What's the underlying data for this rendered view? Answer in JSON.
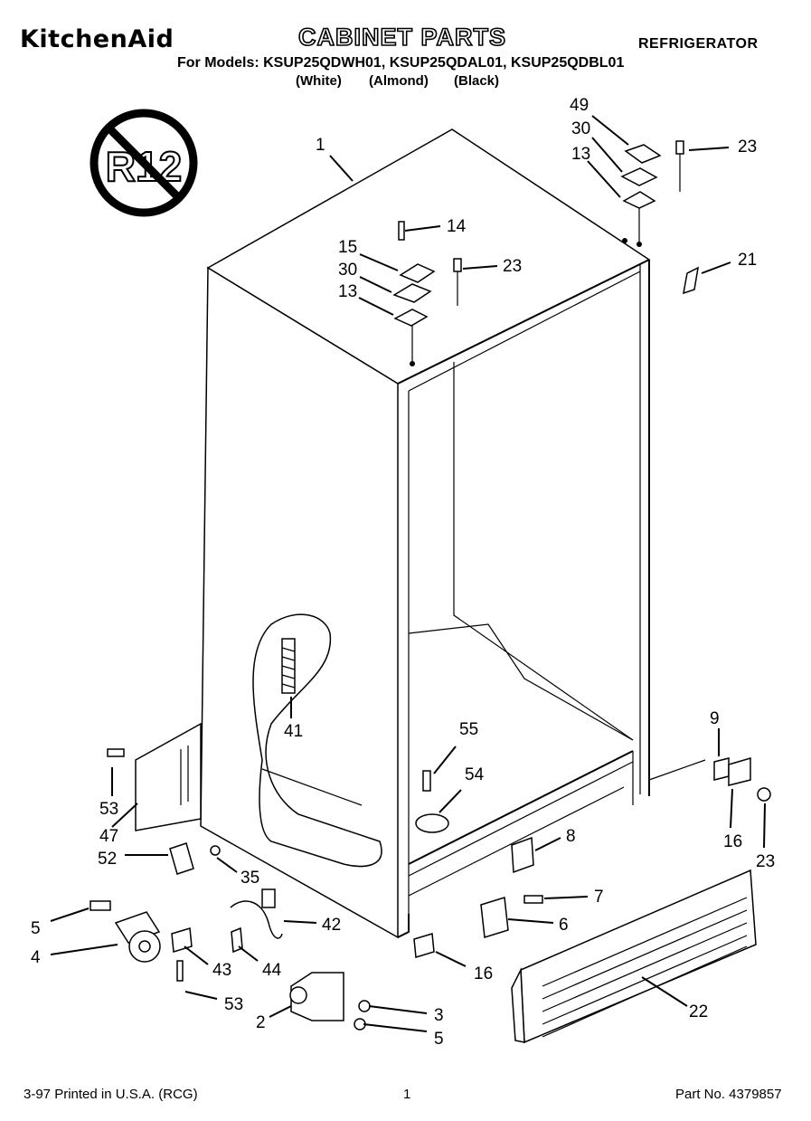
{
  "header": {
    "brand": "KitchenAid",
    "title": "CABINET PARTS",
    "appliance": "REFRIGERATOR",
    "models_line": "For Models: KSUP25QDWH01, KSUP25QDAL01, KSUP25QDBL01",
    "variants": [
      "(White)",
      "(Almond)",
      "(Black)"
    ]
  },
  "badge": {
    "text": "R12"
  },
  "callouts": [
    {
      "id": "c1",
      "label": "1"
    },
    {
      "id": "c49",
      "label": "49"
    },
    {
      "id": "c30a",
      "label": "30"
    },
    {
      "id": "c13a",
      "label": "13"
    },
    {
      "id": "c23a",
      "label": "23"
    },
    {
      "id": "c14",
      "label": "14"
    },
    {
      "id": "c15",
      "label": "15"
    },
    {
      "id": "c23b",
      "label": "23"
    },
    {
      "id": "c30b",
      "label": "30"
    },
    {
      "id": "c13b",
      "label": "13"
    },
    {
      "id": "c21",
      "label": "21"
    },
    {
      "id": "c41",
      "label": "41"
    },
    {
      "id": "c9",
      "label": "9"
    },
    {
      "id": "c55",
      "label": "55"
    },
    {
      "id": "c54",
      "label": "54"
    },
    {
      "id": "c53a",
      "label": "53"
    },
    {
      "id": "c47",
      "label": "47"
    },
    {
      "id": "c52",
      "label": "52"
    },
    {
      "id": "c35",
      "label": "35"
    },
    {
      "id": "c16a",
      "label": "16"
    },
    {
      "id": "c23c",
      "label": "23"
    },
    {
      "id": "c8",
      "label": "8"
    },
    {
      "id": "c7",
      "label": "7"
    },
    {
      "id": "c6",
      "label": "6"
    },
    {
      "id": "c5a",
      "label": "5"
    },
    {
      "id": "c4",
      "label": "4"
    },
    {
      "id": "c42",
      "label": "42"
    },
    {
      "id": "c43",
      "label": "43"
    },
    {
      "id": "c44",
      "label": "44"
    },
    {
      "id": "c16b",
      "label": "16"
    },
    {
      "id": "c22",
      "label": "22"
    },
    {
      "id": "c53b",
      "label": "53"
    },
    {
      "id": "c3",
      "label": "3"
    },
    {
      "id": "c2",
      "label": "2"
    },
    {
      "id": "c5b",
      "label": "5"
    }
  ],
  "footer": {
    "left": "3-97 Printed in U.S.A. (RCG)",
    "page": "1",
    "right": "Part No. 4379857"
  }
}
